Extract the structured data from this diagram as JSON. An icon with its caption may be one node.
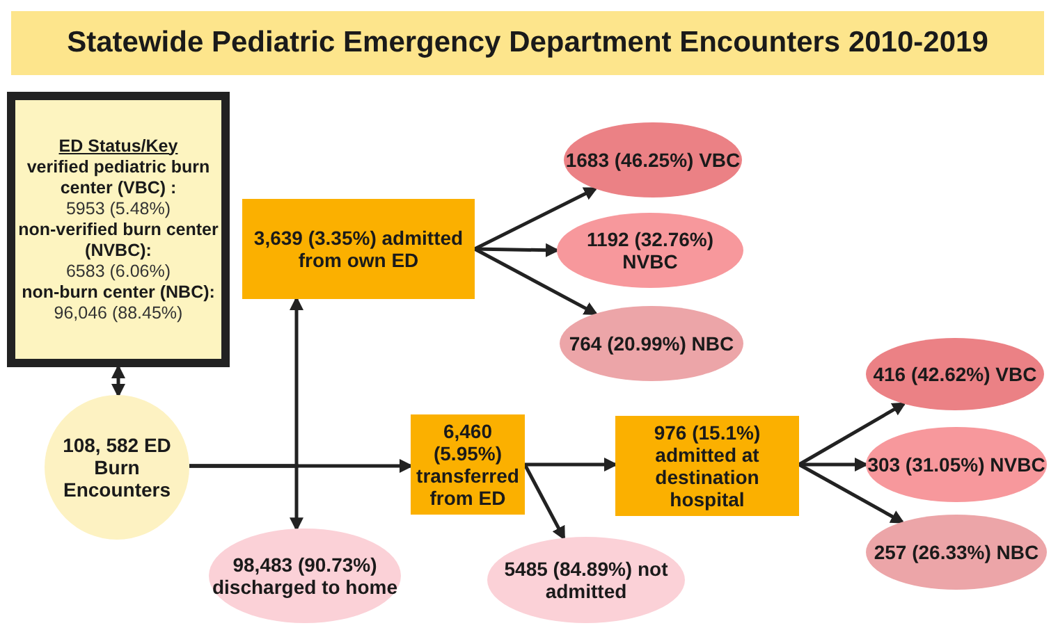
{
  "diagram": {
    "title": "Statewide Pediatric Emergency Department Encounters 2010-2019",
    "nodes": [
      {
        "text": [
          "ED Status/Key",
          "verified pediatric burn center (VBC) :",
          "5953 (5.48%)",
          "non-verified burn center (NVBC):",
          "6583 (6.06%)",
          "non-burn center (NBC):",
          "96,046 (88.45%)"
        ]
      },
      {
        "text": [
          "108, 582 ED Burn Encounters"
        ]
      },
      {
        "text": [
          "3,639 (3.35%) admitted from own ED"
        ]
      },
      {
        "text": [
          "1683 (46.25%) VBC"
        ]
      },
      {
        "text": [
          "1192 (32.76%) NVBC"
        ]
      },
      {
        "text": [
          "764 (20.99%) NBC"
        ]
      },
      {
        "text": [
          "6,460 (5.95%) transferred from ED"
        ]
      },
      {
        "text": [
          "98,483 (90.73%) discharged to home"
        ]
      },
      {
        "text": [
          "976 (15.1%) admitted at destination hospital"
        ]
      },
      {
        "text": [
          "5485 (84.89%) not admitted"
        ]
      },
      {
        "text": [
          "416 (42.62%) VBC"
        ]
      },
      {
        "text": [
          "303 (31.05%) NVBC"
        ]
      },
      {
        "text": [
          "257 (26.33%) NBC"
        ]
      }
    ],
    "edges": [
      {
        "from": 0,
        "to": 1,
        "arrow": "both"
      },
      {
        "from": 1,
        "to": 2,
        "arrow": "to"
      },
      {
        "from": 1,
        "to": 7,
        "arrow": "to"
      },
      {
        "from": 1,
        "to": 6,
        "arrow": "to"
      },
      {
        "from": 2,
        "to": 3,
        "arrow": "to"
      },
      {
        "from": 2,
        "to": 4,
        "arrow": "to"
      },
      {
        "from": 2,
        "to": 5,
        "arrow": "to"
      },
      {
        "from": 6,
        "to": 8,
        "arrow": "to"
      },
      {
        "from": 6,
        "to": 9,
        "arrow": "to"
      },
      {
        "from": 8,
        "to": 10,
        "arrow": "to"
      },
      {
        "from": 8,
        "to": 11,
        "arrow": "to"
      },
      {
        "from": 8,
        "to": 12,
        "arrow": "to"
      }
    ]
  }
}
